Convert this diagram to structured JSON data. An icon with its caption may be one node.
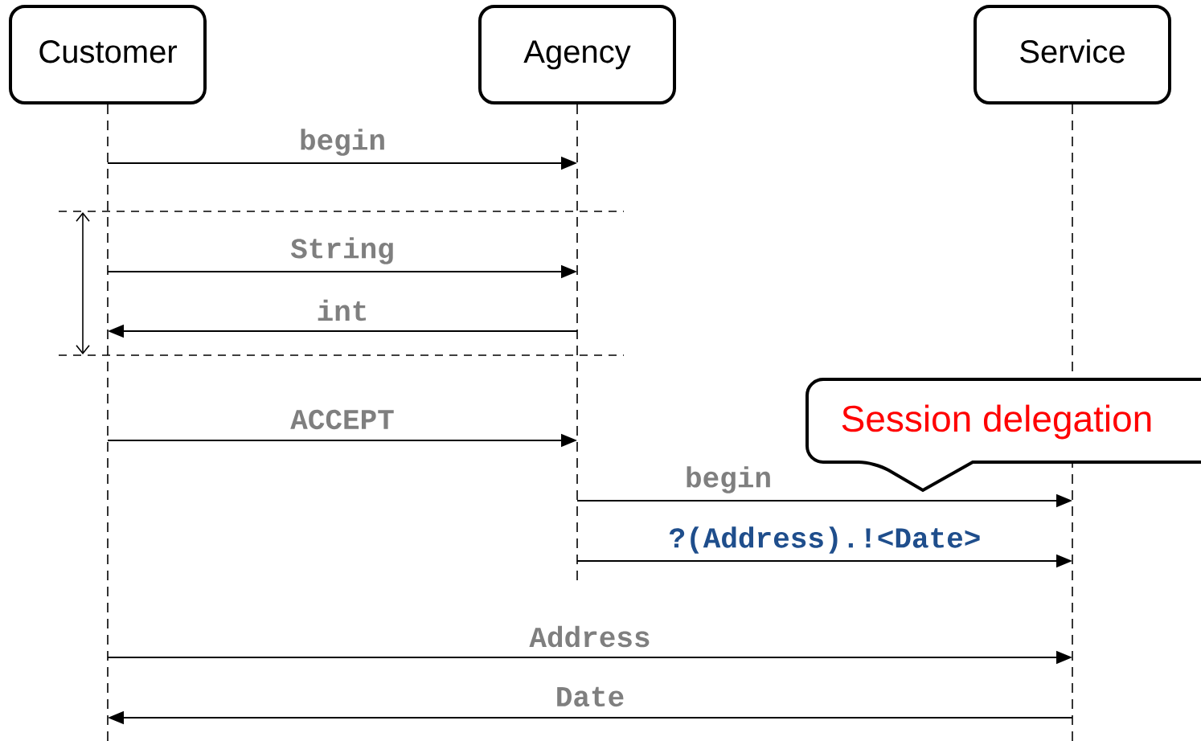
{
  "diagram": {
    "nodes": [
      {
        "text": [
          "Customer"
        ]
      },
      {
        "text": [
          "Agency"
        ]
      },
      {
        "text": [
          "Service"
        ]
      },
      {
        "text": [
          "Session delegation"
        ]
      }
    ],
    "edges": [
      {
        "from": 0,
        "to": 1,
        "arrow": "to",
        "label": "begin"
      },
      {
        "from": 0,
        "to": 1,
        "arrow": "to",
        "label": "String"
      },
      {
        "from": 1,
        "to": 0,
        "arrow": "to",
        "label": "int"
      },
      {
        "from": 0,
        "to": 1,
        "arrow": "to",
        "label": "ACCEPT"
      },
      {
        "from": 1,
        "to": 2,
        "arrow": "to",
        "label": "begin"
      },
      {
        "from": 1,
        "to": 2,
        "arrow": "to",
        "label": "?(Address).!<Date>"
      },
      {
        "from": 0,
        "to": 2,
        "arrow": "to",
        "label": "Address"
      },
      {
        "from": 2,
        "to": 0,
        "arrow": "to",
        "label": "Date"
      }
    ]
  }
}
